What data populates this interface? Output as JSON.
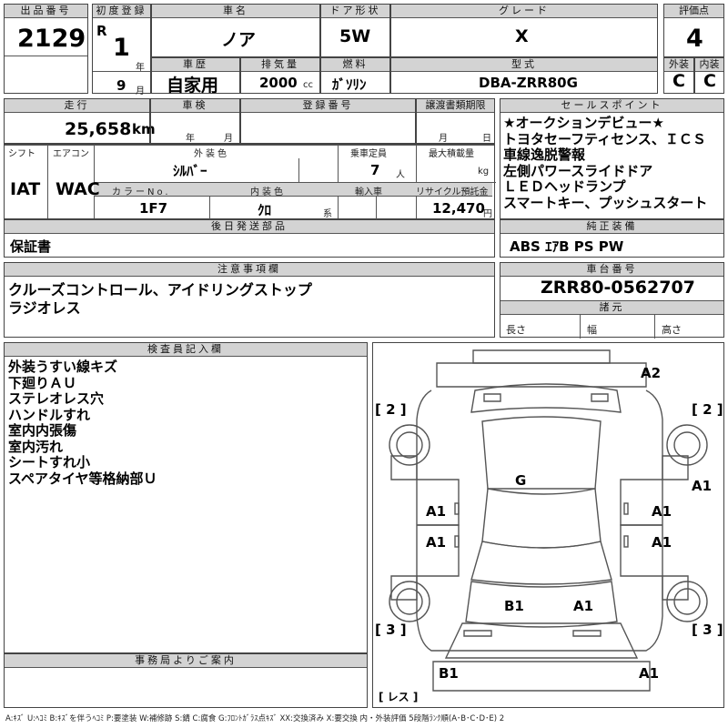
{
  "header": {
    "lot_label": "出品番号",
    "lot_no": "2129",
    "first_reg_label": "初度登録",
    "era": "R",
    "reg_year": "1",
    "year_unit": "年",
    "reg_month": "9",
    "month_unit": "月",
    "car_name_label": "車名",
    "car_name": "ノア",
    "door_label": "ドア形状",
    "door": "5W",
    "grade_label": "グレード",
    "grade": "X",
    "score_label": "評価点",
    "score": "4",
    "history_label": "車歴",
    "history": "自家用",
    "displacement_label": "排気量",
    "displacement": "2000",
    "displacement_unit": "cc",
    "fuel_label": "燃料",
    "fuel": "ｶﾞｿﾘﾝ",
    "model_label": "型式",
    "model": "DBA-ZRR80G",
    "ext_label": "外装",
    "ext": "C",
    "int_label": "内装",
    "int": "C"
  },
  "row2": {
    "mileage_label": "走行",
    "mileage": "25,658",
    "mileage_unit": "km",
    "inspection_label": "車検",
    "insp_year_unit": "年",
    "insp_month_unit": "月",
    "regno_label": "登録番号",
    "transfer_label": "譲渡書類期限",
    "transfer_month_unit": "月",
    "transfer_day_unit": "日"
  },
  "row3": {
    "shift_label": "シフト",
    "shift": "IAT",
    "ac_label": "エアコン",
    "ac": "WAC",
    "color_label": "外装色",
    "color": "ｼﾙﾊﾞｰ",
    "capacity_label": "乗車定員",
    "capacity": "7",
    "capacity_unit": "人",
    "load_label": "最大積載量",
    "load_unit": "kg",
    "color_no_label": "カラーNo.",
    "color_no": "1F7",
    "interior_label": "内装色",
    "interior": "ｸﾛ",
    "interior_unit": "系",
    "import_label": "輸入車",
    "recycle_label": "リサイクル預託金",
    "recycle": "12,470",
    "recycle_unit": "円"
  },
  "later_parts": {
    "label": "後日発送部品",
    "value": "保証書"
  },
  "sales_points": {
    "label": "セールスポイント",
    "items": [
      "★オークションデビュー★",
      "トヨタセーフティセンス、ＩＣＳ",
      "車線逸脱警報",
      "左側パワースライドドア",
      "ＬＥＤヘッドランプ",
      "スマートキー、プッシュスタート"
    ]
  },
  "equipment": {
    "label": "純正装備",
    "value": "ABS ｴｱB PS PW"
  },
  "notes": {
    "label": "注意事項欄",
    "lines": [
      "クルーズコントロール、アイドリングストップ",
      "ラジオレス"
    ]
  },
  "chassis": {
    "label": "車台番号",
    "value": "ZRR80-0562707",
    "dims_label": "諸元",
    "length_label": "長さ",
    "width_label": "幅",
    "height_label": "高さ"
  },
  "inspector": {
    "label": "検査員記入欄",
    "items": [
      "外装うすい線キズ",
      "下廻りＡＵ",
      "ステレオレス穴",
      "ハンドルすれ",
      "室内内張傷",
      "室内汚れ",
      "シートすれ小",
      "スペアタイヤ等格納部Ｕ"
    ]
  },
  "office": {
    "label": "事務局よりご案内"
  },
  "diagram": {
    "marks": {
      "rear_right": "A2",
      "rear_left_bracket": "[ 2 ]",
      "rear_right_bracket": "[ 2 ]",
      "roof": "G",
      "left_door1": "A1",
      "left_door2": "A1",
      "right_door1": "A1",
      "right_door2": "A1",
      "right_quarter": "A1",
      "front_left_inner": "B1",
      "front_right_inner": "A1",
      "front_left_bracket": "[ 3 ]",
      "front_right_bracket": "[ 3 ]",
      "bumper_left": "B1",
      "bumper_right": "A1",
      "bottom_bracket": "[ レス ]"
    }
  },
  "footer": {
    "legend": "A:ｷｽﾞ  U:ﾍｺﾐ  B:ｷｽﾞを伴うﾍｺﾐ  P:要塗装  W:補修跡  S:錆  C:腐食  G:ﾌﾛﾝﾄｶﾞﾗｽ点ｷｽﾞ  XX:交換済み  X:要交換   内・外装評価   5段階ﾗﾝｸ順(A･B･C･D･E) 2"
  }
}
